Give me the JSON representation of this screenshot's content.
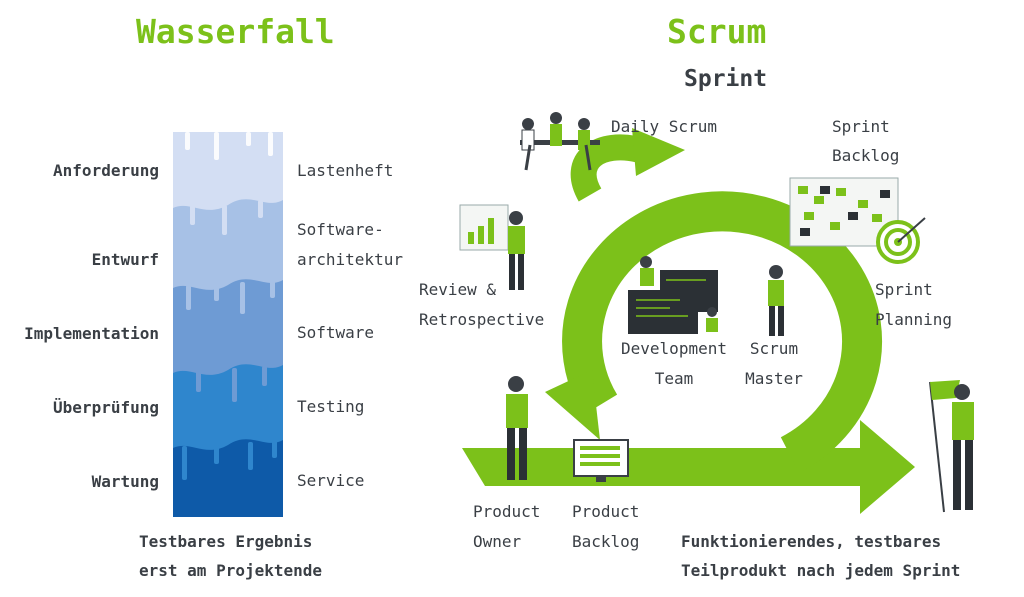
{
  "waterfall": {
    "title": "Wasserfall",
    "phases": [
      "Anforderung",
      "Entwurf",
      "Implementation",
      "Überprüfung",
      "Wartung"
    ],
    "outputs": [
      "Lastenheft",
      "Software-\narchitektur",
      "Software",
      "Testing",
      "Service"
    ],
    "result_line1": "Testbares Ergebnis",
    "result_line2": "erst am Projektende"
  },
  "scrum": {
    "title": "Scrum",
    "sprint": "Sprint",
    "daily_scrum": "Daily Scrum",
    "sprint_backlog_1": "Sprint",
    "sprint_backlog_2": "Backlog",
    "review_1": "Review &",
    "review_2": "Retrospective",
    "sprint_planning_1": "Sprint",
    "sprint_planning_2": "Planning",
    "dev_team_1": "Development",
    "dev_team_2": "Team",
    "scrum_master_1": "Scrum",
    "scrum_master_2": "Master",
    "product_owner_1": "Product",
    "product_owner_2": "Owner",
    "product_backlog_1": "Product",
    "product_backlog_2": "Backlog",
    "result_line1": "Funktionierendes, testbares",
    "result_line2": "Teilprodukt nach jedem Sprint"
  },
  "colors": {
    "accent": "#7cc11a",
    "text": "#3a3f45",
    "band1": "#d3def3",
    "band2": "#a7c1e6",
    "band3": "#6e9bd4",
    "band4": "#2f86cd",
    "band5": "#0e5aa8"
  }
}
